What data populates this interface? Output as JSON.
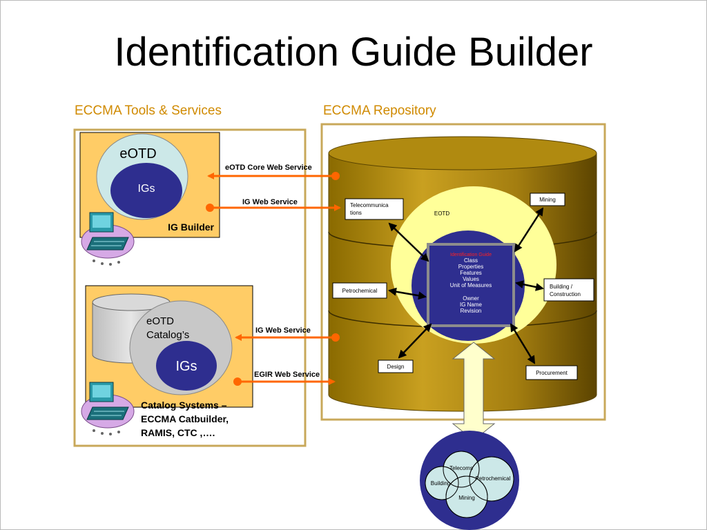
{
  "title": "Identification Guide Builder",
  "sections": {
    "tools": "ECCMA Tools & Services",
    "repository": "ECCMA Repository"
  },
  "ig_builder": {
    "outer_label": "eOTD",
    "inner_label": "IGs",
    "caption": "IG Builder"
  },
  "catalog": {
    "outer_label_line1": "eOTD",
    "outer_label_line2": "Catalog’s",
    "inner_label": "IGs",
    "caption_line1": "Catalog Systems –",
    "caption_line2": "ECCMA Catbuilder,",
    "caption_line3": "RAMIS, CTC ,…."
  },
  "services": {
    "eotd_core": "eOTD Core Web Service",
    "ig_web_1": "IG  Web Service",
    "ig_web_2": "IG Web Service",
    "egir": "EGIR  Web Service"
  },
  "repository": {
    "eotd_label": "EOTD",
    "guide_title": "Identification Guide",
    "guide_lines": [
      "Class",
      "Properties",
      "Features",
      "Values",
      "Unit of Measures"
    ],
    "guide_lines2": [
      "Owner",
      "IG Name",
      "Revision"
    ],
    "boxes": {
      "telecom_line1": "Telecommunica",
      "telecom_line2": "tions",
      "mining": "Mining",
      "petrochemical": "Petrochemical",
      "building_line1": "Building /",
      "building_line2": "Construction",
      "design": "Design",
      "procurement": "Procurement"
    }
  },
  "venn": {
    "telecoms": "Telecoms",
    "petrochemical": "Petrochemical",
    "building": "Building",
    "mining": "Mining"
  },
  "colors": {
    "section_label": "#d08a00",
    "panel_fill": "#ffcc66",
    "panel_border": "#c8a85a",
    "navy": "#2e2e8f",
    "arrow_orange": "#ff6600",
    "light_cyan": "#cce8e8",
    "drum": "#b8860b",
    "pale_yellow": "#ffff99"
  }
}
